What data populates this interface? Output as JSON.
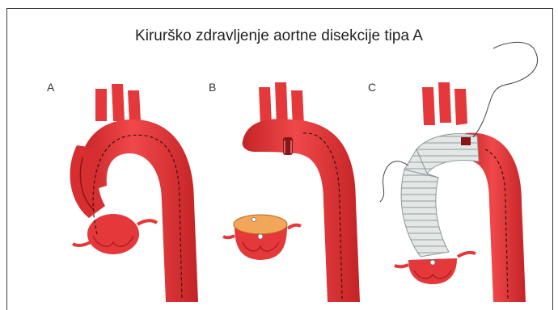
{
  "figure": {
    "title": "Kirurško zdravljenje aortne disekcije tipa A",
    "panels": [
      {
        "label": "A"
      },
      {
        "label": "B"
      },
      {
        "label": "C"
      }
    ],
    "colors": {
      "aorta": "#e5383b",
      "aorta_dark": "#b91c1c",
      "aorta_light": "#f47c7c",
      "graft": "#dfe5e4",
      "graft_line": "#9aa4a3",
      "valve_top": "#f2a65a",
      "frame": "#3a3a3a"
    }
  }
}
